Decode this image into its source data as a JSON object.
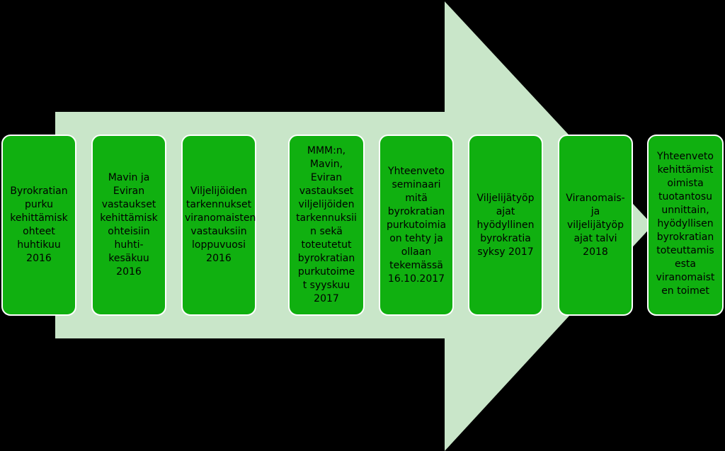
{
  "diagram": {
    "arrow_color": "#c9e6c9",
    "box_color": "#10b010",
    "box_border_color": "#ffffff",
    "steps": [
      {
        "label": "Byrokratian\npurku\nkehittämisk\nohteet\nhuhtikuu\n2016"
      },
      {
        "label": "Mavin ja\nEviran\nvastaukset\nkehittämisk\nohteisiin\nhuhti-\nkesäkuu\n2016"
      },
      {
        "label": "Viljelijöiden\ntarkennukset\nviranomaisten\nvastauksiin\nloppuvuosi\n2016"
      },
      {
        "label": "MMM:n,\nMavin,\nEviran\nvastaukset\nviljelijöiden\ntarkennuksii\nn sekä\ntoteutetut\nbyrokratian\npurkutoime\nt syyskuu\n2017"
      },
      {
        "label": "Yhteenveto\nseminaari\nmitä\nbyrokratian\npurkutoimia\non tehty ja\nollaan\ntekemässä\n16.10.2017"
      },
      {
        "label": "Viljelijätyöp\najat\nhyödyllinen\nbyrokratia\nsyksy 2017"
      },
      {
        "label": "Viranomais-\nja\nviljelijätyöp\najat talvi\n2018"
      },
      {
        "label": "Yhteenveto\nkehittämist\noimista\ntuotantosu\nunnittain,\nhyödyllisen\nbyrokratian\ntoteuttamis\nesta\nviranomaist\nen toimet"
      }
    ]
  }
}
